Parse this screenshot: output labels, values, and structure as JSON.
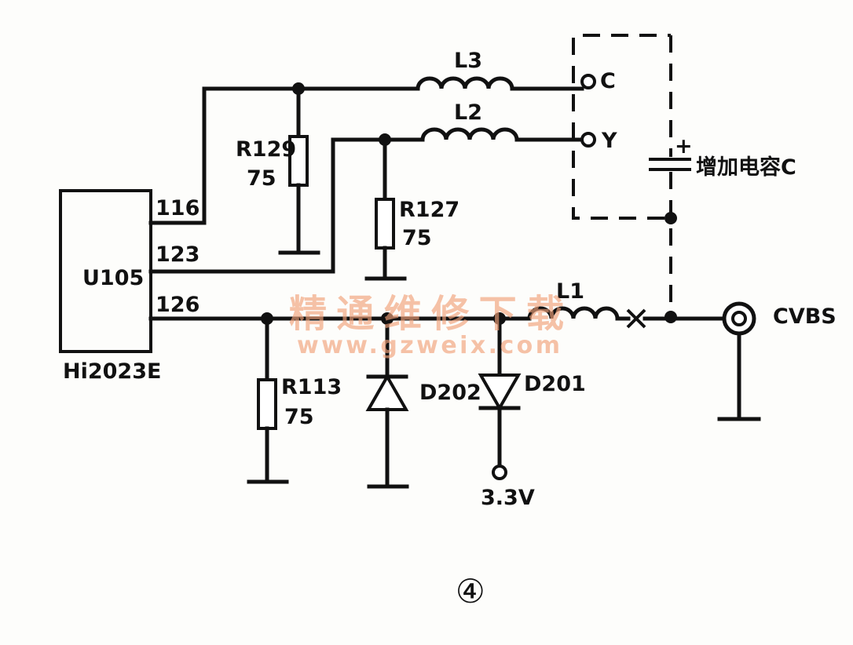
{
  "ic": {
    "name": "U105",
    "part": "Hi2023E",
    "pins": [
      "116",
      "123",
      "126"
    ]
  },
  "resistors": [
    {
      "ref": "R129",
      "value": "75"
    },
    {
      "ref": "R127",
      "value": "75"
    },
    {
      "ref": "R113",
      "value": "75"
    }
  ],
  "inductors": [
    "L3",
    "L2",
    "L1"
  ],
  "diodes": [
    "D202",
    "D201"
  ],
  "terminals": {
    "c": "C",
    "y": "Y",
    "cvbs": "CVBS",
    "supply": "3.3V"
  },
  "capacitor_label": "增加电容C",
  "watermark": {
    "text": "精通维修下载",
    "url": "www.gzweix.com"
  },
  "figure_number": "④"
}
